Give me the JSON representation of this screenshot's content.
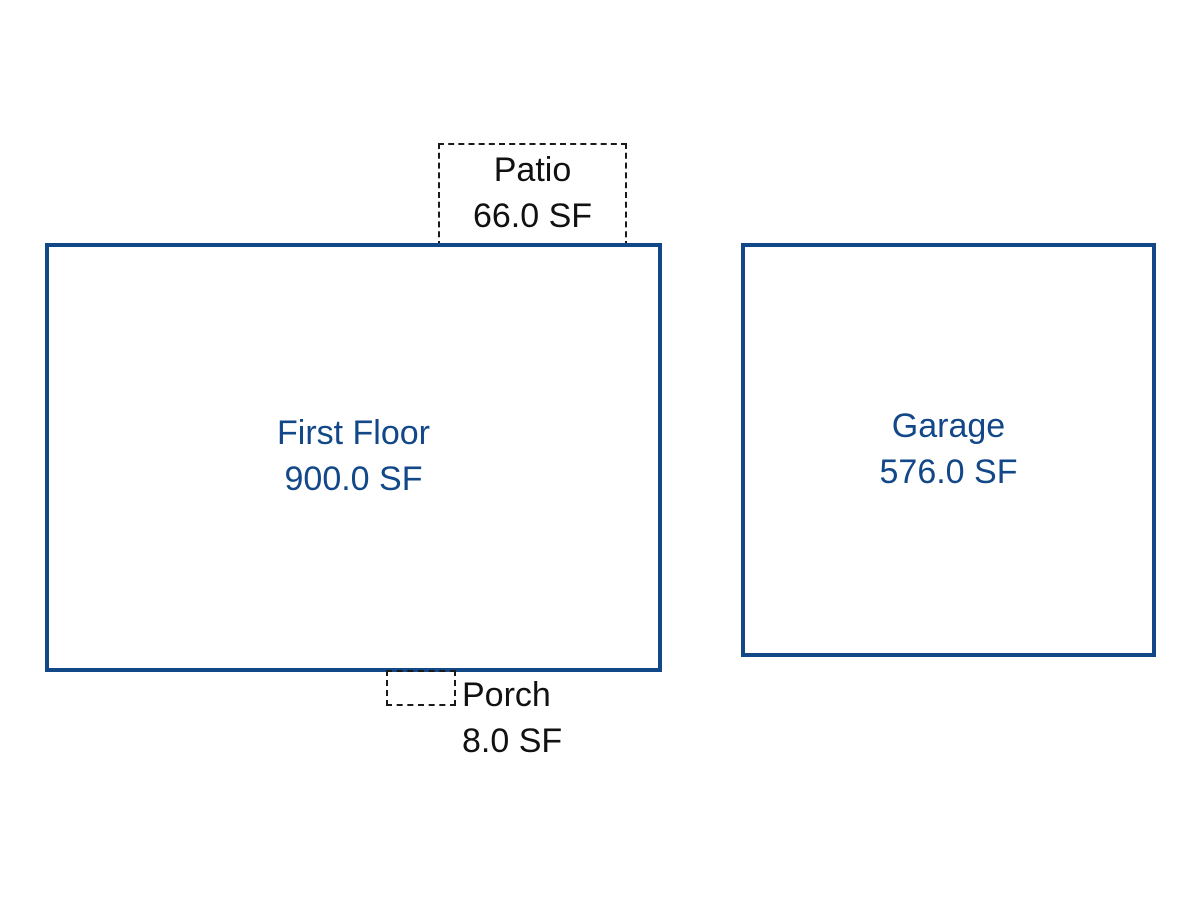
{
  "colors": {
    "main_outline": "#124788",
    "main_text": "#124788",
    "secondary_outline": "#1a1a1a",
    "secondary_text": "#111111",
    "background": "#ffffff"
  },
  "areas": {
    "first_floor": {
      "name": "First Floor",
      "area": "900.0 SF"
    },
    "garage": {
      "name": "Garage",
      "area": "576.0 SF"
    },
    "patio": {
      "name": "Patio",
      "area": "66.0 SF"
    },
    "porch": {
      "name": "Porch",
      "area": "8.0 SF"
    }
  }
}
